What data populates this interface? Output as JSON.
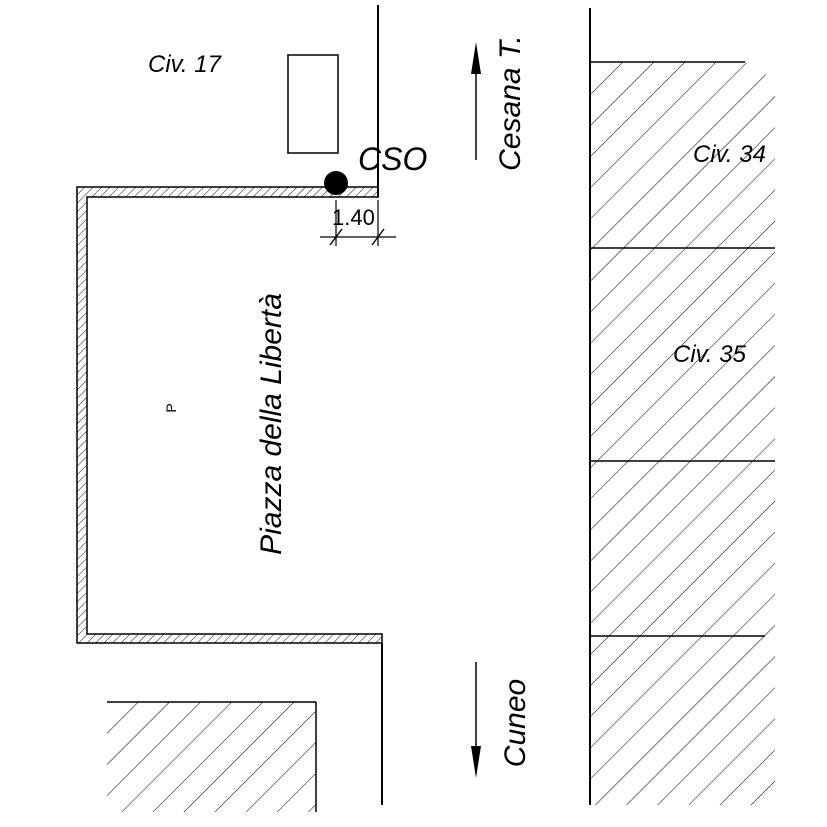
{
  "labels": {
    "civ_17": "Civ. 17",
    "civ_34": "Civ. 34",
    "civ_35": "Civ. 35",
    "cso": "CSO",
    "street_north": "Cesana T.",
    "street_south": "Cuneo",
    "plaza": "Piazza della Libertà",
    "dimension": "1.40",
    "plaza_marker": "P"
  },
  "colors": {
    "line": "#000000",
    "background": "#ffffff"
  }
}
